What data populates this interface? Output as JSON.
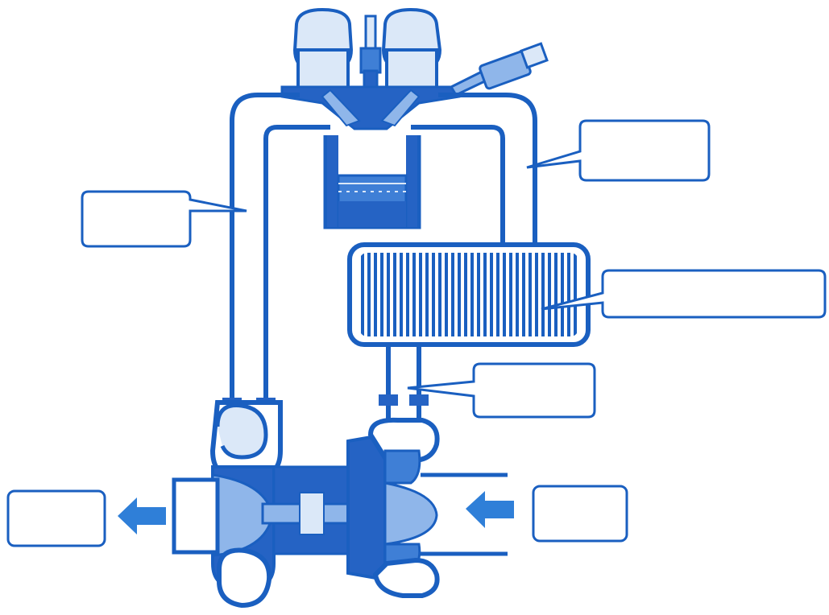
{
  "diagram": {
    "type": "turbocharged-engine-schematic",
    "colors": {
      "line": "#1a5fc0",
      "fill_dark": "#2563c4",
      "fill_mid": "#3f7fd6",
      "fill_light": "#8fb6ea",
      "fill_pale": "#dbe8f8",
      "paper": "#ffffff"
    },
    "callouts": [
      {
        "id": "exhaust-manifold",
        "text": ""
      },
      {
        "id": "intake-manifold",
        "text": ""
      },
      {
        "id": "intercooler",
        "text": ""
      },
      {
        "id": "compressor-outlet",
        "text": ""
      },
      {
        "id": "exhaust-out",
        "text": ""
      },
      {
        "id": "air-in",
        "text": ""
      }
    ],
    "arrows": [
      {
        "id": "exhaust-flow",
        "direction": "left"
      },
      {
        "id": "intake-flow",
        "direction": "left"
      }
    ]
  }
}
